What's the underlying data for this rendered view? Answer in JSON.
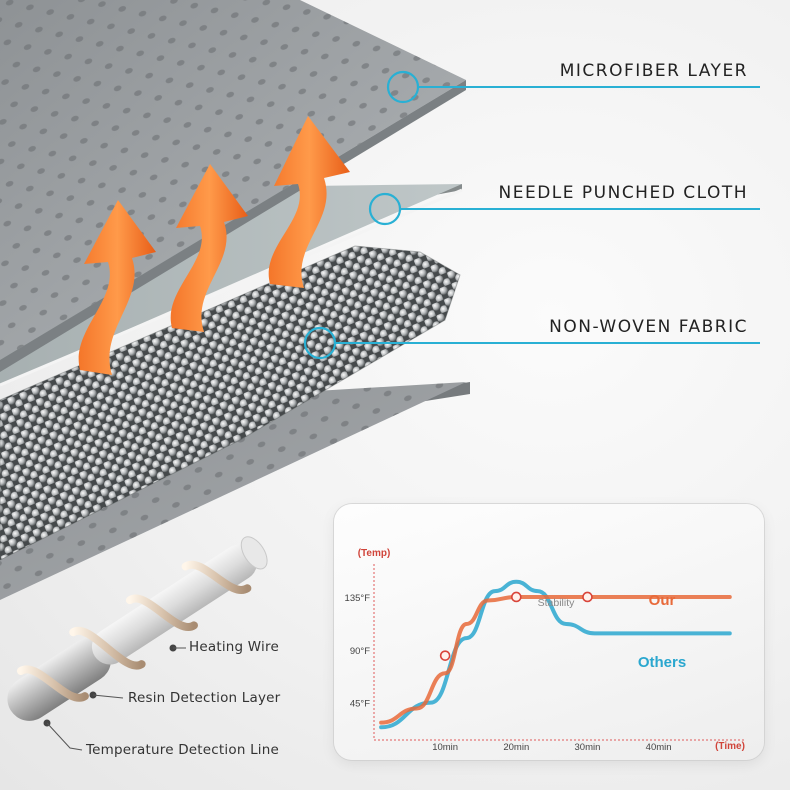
{
  "layers": [
    {
      "label": "MICROFIBER LAYER"
    },
    {
      "label": "NEEDLE PUNCHED CLOTH"
    },
    {
      "label": "NON-WOVEN FABRIC"
    }
  ],
  "wire": {
    "heating": "Heating Wire",
    "resin": "Resin Detection Layer",
    "temperature": "Temperature Detection Line"
  },
  "colors": {
    "accent_line": "#29b0d4",
    "our": "#e86a3a",
    "others": "#2aa7cf",
    "heat_arrow": "#f07a24"
  },
  "chart_data": {
    "type": "line",
    "y_axis_title": "(Temp)",
    "x_axis_title": "(Time)",
    "y_ticks": [
      "135°F",
      "90°F",
      "45°F"
    ],
    "x_ticks": [
      "10min",
      "20min",
      "30min",
      "40min"
    ],
    "x_tick_values": [
      10,
      20,
      30,
      40
    ],
    "y_tick_values": [
      135,
      90,
      45
    ],
    "xlim": [
      0,
      52
    ],
    "ylim": [
      20,
      175
    ],
    "annotation": "Stability",
    "series": [
      {
        "name": "Our",
        "points": [
          [
            1,
            28
          ],
          [
            6,
            40
          ],
          [
            10,
            70
          ],
          [
            13,
            112
          ],
          [
            16,
            132
          ],
          [
            20,
            135
          ],
          [
            30,
            135
          ],
          [
            50,
            135
          ]
        ],
        "markers": [
          [
            10,
            85
          ],
          [
            20,
            135
          ],
          [
            30,
            135
          ]
        ]
      },
      {
        "name": "Others",
        "points": [
          [
            1,
            24
          ],
          [
            8,
            45
          ],
          [
            13,
            100
          ],
          [
            17,
            140
          ],
          [
            20,
            148
          ],
          [
            23,
            140
          ],
          [
            27,
            112
          ],
          [
            31,
            104
          ],
          [
            50,
            104
          ]
        ]
      }
    ]
  }
}
